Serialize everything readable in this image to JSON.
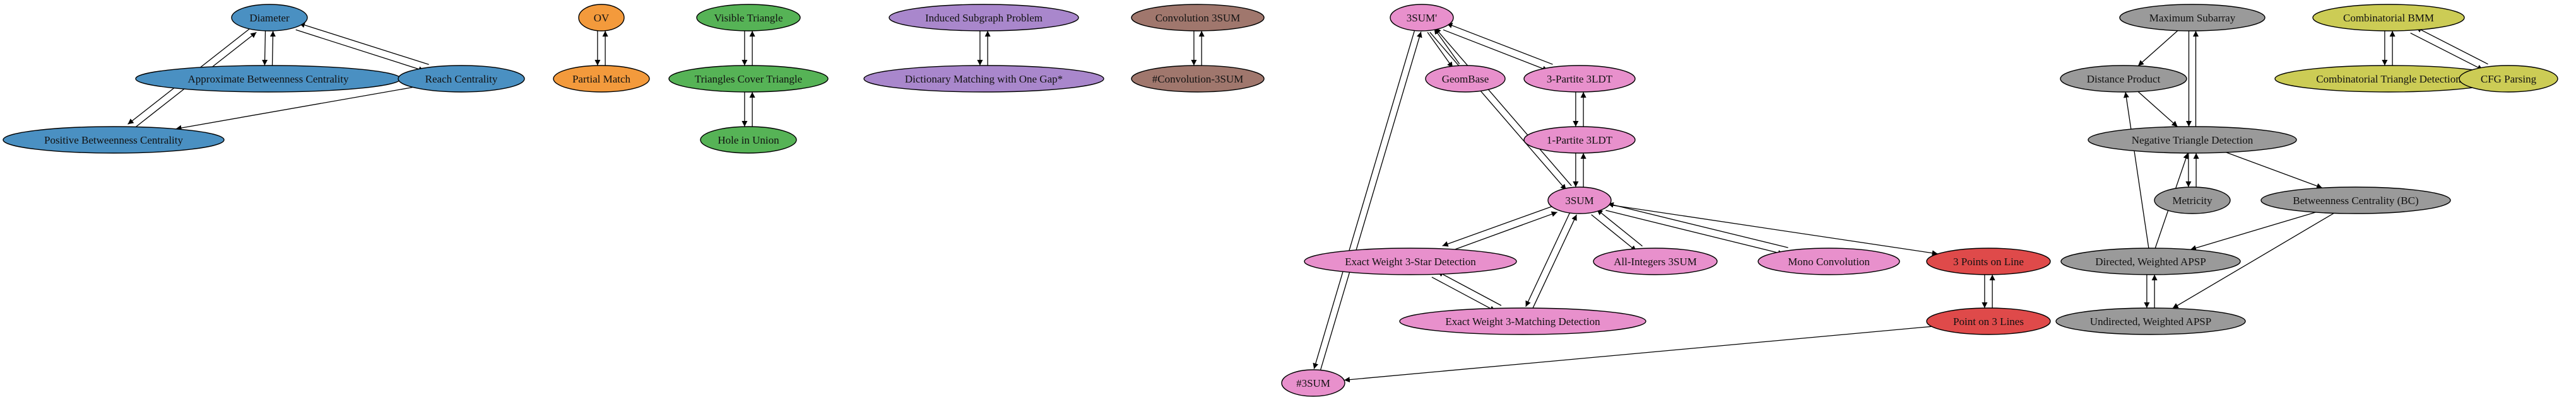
{
  "palette": {
    "blue": "#4a90c2",
    "orange": "#f39a3c",
    "green": "#56b356",
    "purple": "#a987cc",
    "brown": "#a0776d",
    "pink": "#e890cc",
    "red": "#df4a4a",
    "gray": "#9a9a9a",
    "olive": "#cccc55"
  },
  "nodes": [
    {
      "id": "diameter",
      "label": "Diameter",
      "color": "blue"
    },
    {
      "id": "abc",
      "label": "Approximate Betweenness Centrality",
      "color": "blue"
    },
    {
      "id": "reach",
      "label": "Reach Centrality",
      "color": "blue"
    },
    {
      "id": "pbc",
      "label": "Positive Betweenness Centrality",
      "color": "blue"
    },
    {
      "id": "ov",
      "label": "OV",
      "color": "orange"
    },
    {
      "id": "pm",
      "label": "Partial Match",
      "color": "orange"
    },
    {
      "id": "vt",
      "label": "Visible Triangle",
      "color": "green"
    },
    {
      "id": "tct",
      "label": "Triangles Cover Triangle",
      "color": "green"
    },
    {
      "id": "hiu",
      "label": "Hole in Union",
      "color": "green"
    },
    {
      "id": "isp",
      "label": "Induced Subgraph Problem",
      "color": "purple"
    },
    {
      "id": "dm",
      "label": "Dictionary Matching with One Gap*",
      "color": "purple"
    },
    {
      "id": "c3sum",
      "label": "Convolution 3SUM",
      "color": "brown"
    },
    {
      "id": "sc3sum",
      "label": "#Convolution-3SUM",
      "color": "brown"
    },
    {
      "id": "3sump",
      "label": "3SUM'",
      "color": "pink"
    },
    {
      "id": "geombase",
      "label": "GeomBase",
      "color": "pink"
    },
    {
      "id": "3p3ldt",
      "label": "3-Partite 3LDT",
      "color": "pink"
    },
    {
      "id": "1p3ldt",
      "label": "1-Partite 3LDT",
      "color": "pink"
    },
    {
      "id": "3sum",
      "label": "3SUM",
      "color": "pink"
    },
    {
      "id": "ew3star",
      "label": "Exact Weight 3-Star Detection",
      "color": "pink"
    },
    {
      "id": "ew3match",
      "label": "Exact Weight 3-Matching Detection",
      "color": "pink"
    },
    {
      "id": "ai3sum",
      "label": "All-Integers 3SUM",
      "color": "pink"
    },
    {
      "id": "monoconv",
      "label": "Mono Convolution",
      "color": "pink"
    },
    {
      "id": "s3sum",
      "label": "#3SUM",
      "color": "pink"
    },
    {
      "id": "3pol",
      "label": "3 Points on Line",
      "color": "red"
    },
    {
      "id": "po3l",
      "label": "Point on 3 Lines",
      "color": "red"
    },
    {
      "id": "maxsub",
      "label": "Maximum Subarray",
      "color": "gray"
    },
    {
      "id": "distprod",
      "label": "Distance Product",
      "color": "gray"
    },
    {
      "id": "ntd",
      "label": "Negative Triangle Detection",
      "color": "gray"
    },
    {
      "id": "metricity",
      "label": "Metricity",
      "color": "gray"
    },
    {
      "id": "bc",
      "label": "Betweenness Centrality (BC)",
      "color": "gray"
    },
    {
      "id": "dwapsp",
      "label": "Directed, Weighted APSP",
      "color": "gray"
    },
    {
      "id": "uwapsp",
      "label": "Undirected, Weighted APSP",
      "color": "gray"
    },
    {
      "id": "cbmm",
      "label": "Combinatorial BMM",
      "color": "olive"
    },
    {
      "id": "ctd",
      "label": "Combinatorial Triangle Detection",
      "color": "olive"
    },
    {
      "id": "cfg",
      "label": "CFG Parsing",
      "color": "olive"
    }
  ],
  "edges": [
    {
      "from": "diameter",
      "to": "abc"
    },
    {
      "from": "abc",
      "to": "diameter"
    },
    {
      "from": "diameter",
      "to": "reach"
    },
    {
      "from": "reach",
      "to": "diameter"
    },
    {
      "from": "diameter",
      "to": "pbc"
    },
    {
      "from": "pbc",
      "to": "diameter"
    },
    {
      "from": "reach",
      "to": "pbc"
    },
    {
      "from": "ov",
      "to": "pm"
    },
    {
      "from": "pm",
      "to": "ov"
    },
    {
      "from": "vt",
      "to": "tct"
    },
    {
      "from": "tct",
      "to": "vt"
    },
    {
      "from": "tct",
      "to": "hiu"
    },
    {
      "from": "hiu",
      "to": "tct"
    },
    {
      "from": "isp",
      "to": "dm"
    },
    {
      "from": "dm",
      "to": "isp"
    },
    {
      "from": "c3sum",
      "to": "sc3sum"
    },
    {
      "from": "sc3sum",
      "to": "c3sum"
    },
    {
      "from": "3sump",
      "to": "geombase"
    },
    {
      "from": "geombase",
      "to": "3sump"
    },
    {
      "from": "3sump",
      "to": "3p3ldt"
    },
    {
      "from": "3p3ldt",
      "to": "3sump"
    },
    {
      "from": "3p3ldt",
      "to": "1p3ldt"
    },
    {
      "from": "1p3ldt",
      "to": "3p3ldt"
    },
    {
      "from": "1p3ldt",
      "to": "3sum"
    },
    {
      "from": "3sum",
      "to": "1p3ldt"
    },
    {
      "from": "3sump",
      "to": "3sum"
    },
    {
      "from": "3sum",
      "to": "3sump"
    },
    {
      "from": "3sump",
      "to": "s3sum"
    },
    {
      "from": "s3sum",
      "to": "3sump"
    },
    {
      "from": "3sum",
      "to": "ew3star"
    },
    {
      "from": "ew3star",
      "to": "3sum"
    },
    {
      "from": "3sum",
      "to": "ew3match"
    },
    {
      "from": "ew3match",
      "to": "3sum"
    },
    {
      "from": "ew3star",
      "to": "ew3match"
    },
    {
      "from": "ew3match",
      "to": "ew3star"
    },
    {
      "from": "3sum",
      "to": "ai3sum"
    },
    {
      "from": "ai3sum",
      "to": "3sum"
    },
    {
      "from": "3sum",
      "to": "monoconv"
    },
    {
      "from": "monoconv",
      "to": "3sum"
    },
    {
      "from": "3sum",
      "to": "3pol"
    },
    {
      "from": "3pol",
      "to": "po3l"
    },
    {
      "from": "po3l",
      "to": "3pol"
    },
    {
      "from": "po3l",
      "to": "s3sum"
    },
    {
      "from": "maxsub",
      "to": "distprod"
    },
    {
      "from": "maxsub",
      "to": "ntd"
    },
    {
      "from": "ntd",
      "to": "maxsub"
    },
    {
      "from": "distprod",
      "to": "ntd"
    },
    {
      "from": "ntd",
      "to": "metricity"
    },
    {
      "from": "metricity",
      "to": "ntd"
    },
    {
      "from": "ntd",
      "to": "bc"
    },
    {
      "from": "bc",
      "to": "dwapsp"
    },
    {
      "from": "bc",
      "to": "uwapsp"
    },
    {
      "from": "dwapsp",
      "to": "ntd"
    },
    {
      "from": "dwapsp",
      "to": "distprod"
    },
    {
      "from": "dwapsp",
      "to": "uwapsp"
    },
    {
      "from": "uwapsp",
      "to": "dwapsp"
    },
    {
      "from": "cbmm",
      "to": "ctd"
    },
    {
      "from": "ctd",
      "to": "cbmm"
    },
    {
      "from": "cbmm",
      "to": "cfg"
    },
    {
      "from": "cfg",
      "to": "cbmm"
    }
  ]
}
